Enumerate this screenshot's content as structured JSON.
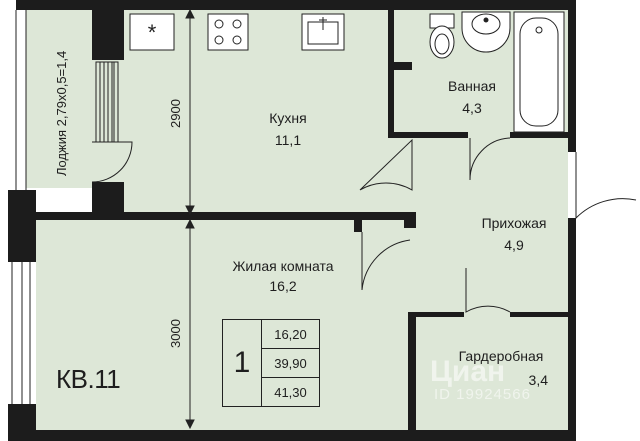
{
  "colors": {
    "floor": "#dde7d7",
    "wall": "#1c1c1c",
    "line": "#222222"
  },
  "rooms": {
    "kitchen": {
      "name": "Кухня",
      "area": "11,1"
    },
    "bathroom": {
      "name": "Ванная",
      "area": "4,3"
    },
    "hallway": {
      "name": "Прихожая",
      "area": "4,9"
    },
    "living": {
      "name": "Жилая комната",
      "area": "16,2"
    },
    "wardrobe": {
      "name": "Гардеробная",
      "area": "3,4"
    }
  },
  "loggia_label": "Лоджия  2,79х0,5=1,4",
  "dimensions": {
    "kitchen_height": "2900",
    "living_height": "3000"
  },
  "apartment": {
    "label": "КВ.11"
  },
  "summary": {
    "rooms_count": "1",
    "living_area": "16,20",
    "total_area": "39,90",
    "total_with_loggia": "41,30"
  },
  "watermark": {
    "brand": "Циан",
    "id": "ID 19924566"
  },
  "icons": [
    "stove-icon",
    "sink-icon",
    "washing-machine-icon",
    "toilet-icon",
    "washbasin-icon",
    "bathtub-icon"
  ]
}
